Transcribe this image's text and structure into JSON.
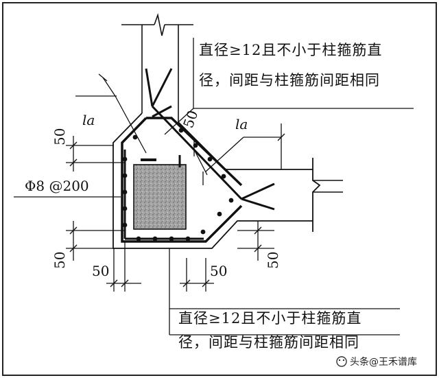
{
  "notes": {
    "top_line1": "直径≥12且不小于柱箍筋直",
    "top_line2": "径，间距与柱箍筋间距相同",
    "bottom_line1": "直径≥12且不小于柱箍筋直",
    "bottom_line2": "径，间距与柱箍筋间距相同"
  },
  "dimensions": {
    "left_top": "50",
    "left_bottom": "50",
    "diag": "50",
    "bottom_left": "50",
    "bottom_right": "50",
    "right_bottom": "50"
  },
  "anchorage": {
    "left": "la",
    "right": "la"
  },
  "stirrup_spec": "Φ8 @200",
  "watermark": {
    "text": "头条@王禾谱库"
  },
  "colors": {
    "line": "#111111",
    "background": "#ffffff",
    "concrete": "#9a9a9a"
  }
}
